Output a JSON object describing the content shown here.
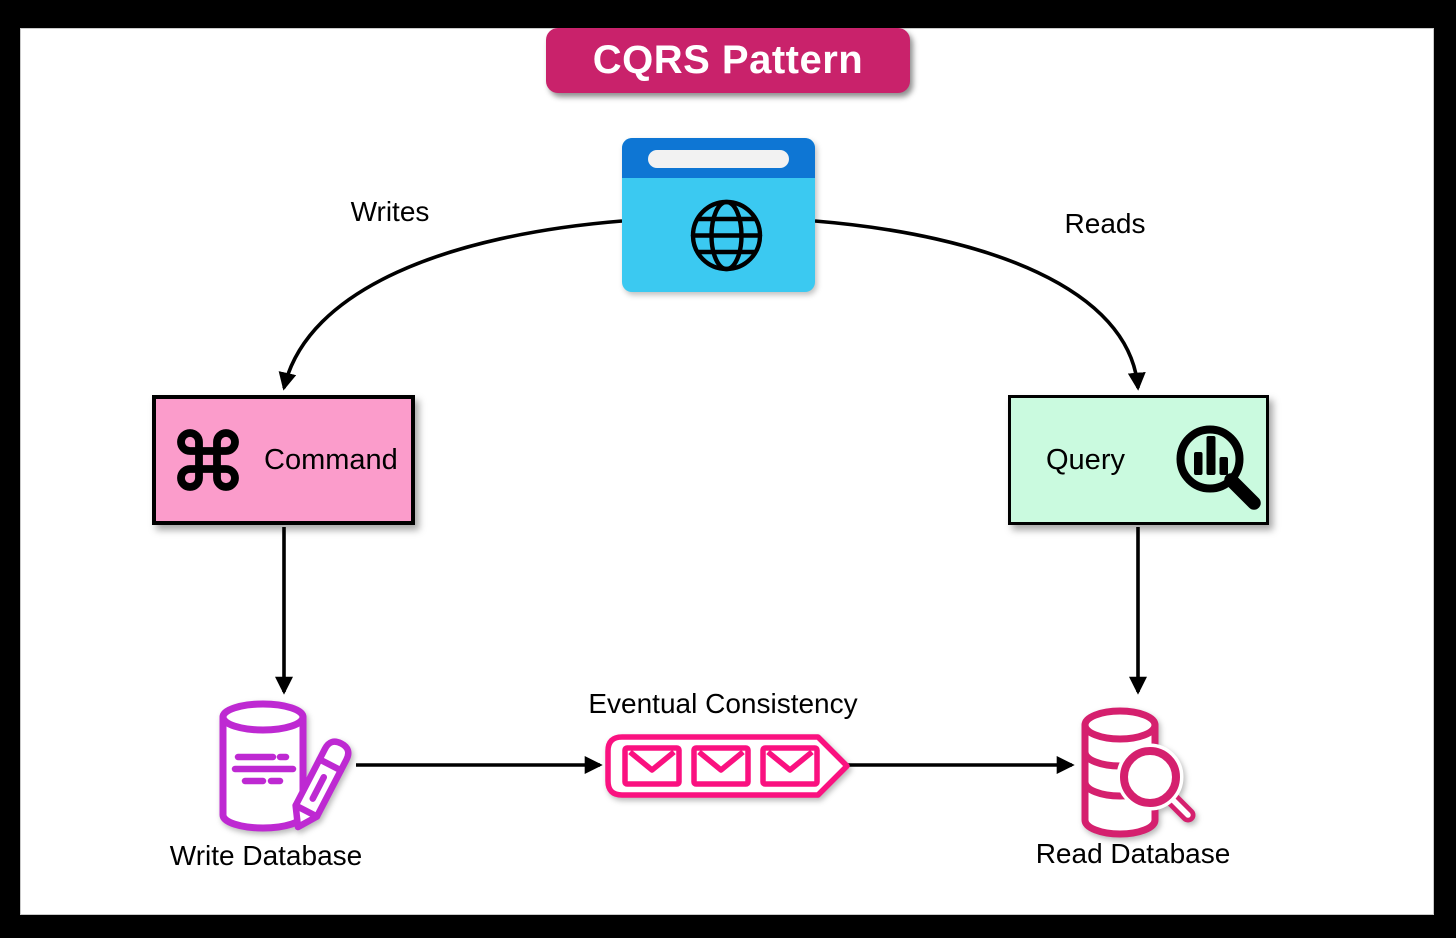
{
  "title": {
    "label": "CQRS Pattern",
    "bg": "#C9226B",
    "text_color": "#FFFFFF"
  },
  "browser": {
    "icon": "browser-window-icon",
    "globe_icon": "globe-icon",
    "topbar_color": "#0E76D4",
    "body_color": "#3BC9F1",
    "addressbar_color": "#F2F2F2"
  },
  "edges": {
    "writes_label": "Writes",
    "reads_label": "Reads",
    "arrow_color": "#000000"
  },
  "command": {
    "label": "Command",
    "fill": "#FB9CCB",
    "icon": "command-key-icon",
    "icon_color": "#000000"
  },
  "query": {
    "label": "Query",
    "fill": "#CAFADF",
    "icon": "magnifier-chart-icon",
    "icon_color": "#000000"
  },
  "write_db": {
    "label": "Write Database",
    "color": "#BE29D2",
    "icon": "database-pencil-icon"
  },
  "read_db": {
    "label": "Read Database",
    "color": "#D5206E",
    "icon": "database-magnifier-icon"
  },
  "queue": {
    "label": "Eventual Consistency",
    "color": "#FA1180",
    "icon": "message-queue-envelopes-icon"
  }
}
